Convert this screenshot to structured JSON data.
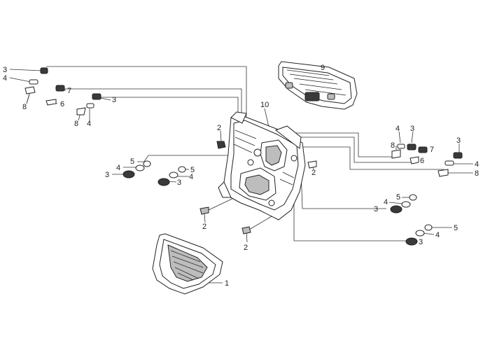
{
  "diagram": {
    "callouts": [
      {
        "id": "c3a",
        "text": "3"
      },
      {
        "id": "c4a",
        "text": "4"
      },
      {
        "id": "c8a",
        "text": "8"
      },
      {
        "id": "c7a",
        "text": "7"
      },
      {
        "id": "c6a",
        "text": "6"
      },
      {
        "id": "c3b",
        "text": "3"
      },
      {
        "id": "c8b",
        "text": "8"
      },
      {
        "id": "c4b",
        "text": "4"
      },
      {
        "id": "c9",
        "text": "9"
      },
      {
        "id": "c10",
        "text": "10"
      },
      {
        "id": "c2a",
        "text": "2"
      },
      {
        "id": "c5a",
        "text": "5"
      },
      {
        "id": "c4c",
        "text": "4"
      },
      {
        "id": "c3c",
        "text": "3"
      },
      {
        "id": "c5b",
        "text": "5"
      },
      {
        "id": "c4d",
        "text": "4"
      },
      {
        "id": "c3d",
        "text": "3"
      },
      {
        "id": "c2b",
        "text": "2"
      },
      {
        "id": "c2c",
        "text": "2"
      },
      {
        "id": "c2d",
        "text": "2"
      },
      {
        "id": "c4e",
        "text": "4"
      },
      {
        "id": "c3e",
        "text": "3"
      },
      {
        "id": "c8c",
        "text": "8"
      },
      {
        "id": "c7b",
        "text": "7"
      },
      {
        "id": "c6b",
        "text": "6"
      },
      {
        "id": "c3f",
        "text": "3"
      },
      {
        "id": "c4f",
        "text": "4"
      },
      {
        "id": "c8d",
        "text": "8"
      },
      {
        "id": "c5c",
        "text": "5"
      },
      {
        "id": "c4g",
        "text": "4"
      },
      {
        "id": "c3g",
        "text": "3"
      },
      {
        "id": "c5d",
        "text": "5"
      },
      {
        "id": "c4h",
        "text": "4"
      },
      {
        "id": "c3h",
        "text": "3"
      },
      {
        "id": "c1",
        "text": "1"
      }
    ]
  }
}
